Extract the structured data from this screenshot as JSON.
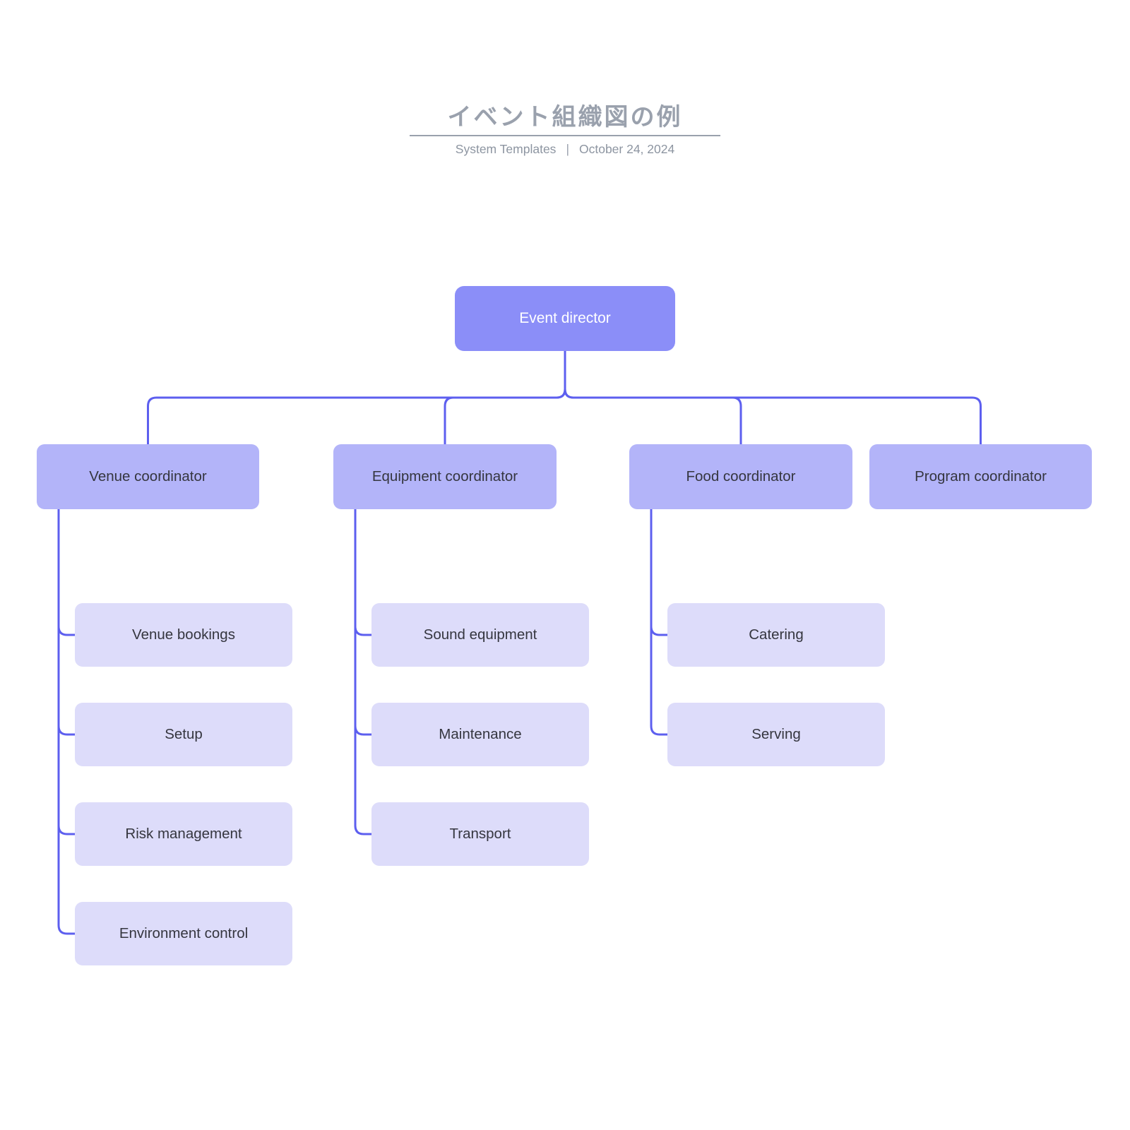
{
  "header": {
    "title": "イベント組織図の例",
    "author": "System Templates",
    "separator": "|",
    "date": "October 24, 2024"
  },
  "colors": {
    "root_fill": "#8b8ef8",
    "root_text": "#ffffff",
    "coordinator_fill": "#b3b4f9",
    "child_fill": "#dddcfa",
    "node_text": "#35363f",
    "connector": "#5d5fef",
    "header_text": "#9aa1ad",
    "subtitle_text": "#8d95a1"
  },
  "org": {
    "root": {
      "label": "Event director"
    },
    "groups": [
      {
        "label": "Venue coordinator",
        "children": [
          "Venue bookings",
          "Setup",
          "Risk management",
          "Environment control"
        ]
      },
      {
        "label": "Equipment coordinator",
        "children": [
          "Sound equipment",
          "Maintenance",
          "Transport"
        ]
      },
      {
        "label": "Food coordinator",
        "children": [
          "Catering",
          "Serving"
        ]
      },
      {
        "label": "Program coordinator",
        "children": []
      }
    ]
  }
}
